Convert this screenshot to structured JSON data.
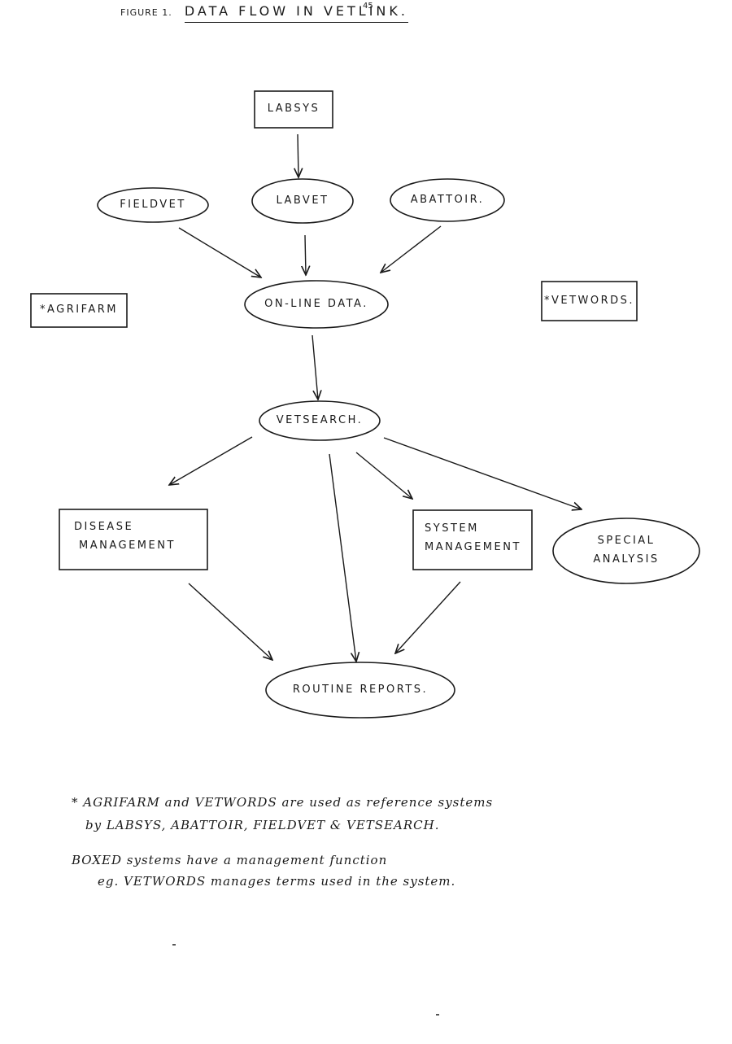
{
  "title": {
    "prefix": "FIGURE 1.",
    "main": "DATA FLOW IN VETLINK.",
    "superscript": "45"
  },
  "nodes": {
    "labsys": "LABSYS",
    "fieldvet": "FIELDVET",
    "labvet": "LABVET",
    "abattoir": "ABATTOIR.",
    "agrifarm": "*AGRIFARM",
    "online_data": "ON-LINE DATA.",
    "vetwords": "*VETWORDS.",
    "vetsearch": "VETSEARCH.",
    "disease_mgmt_line1": "DISEASE",
    "disease_mgmt_line2": "MANAGEMENT",
    "system_mgmt_line1": "SYSTEM",
    "system_mgmt_line2": "MANAGEMENT",
    "special_line1": "SPECIAL",
    "special_line2": "ANALYSIS",
    "routine_reports": "ROUTINE REPORTS."
  },
  "notes": {
    "line1": "* AGRIFARM and VETWORDS are used as reference systems",
    "line2": "by LABSYS, ABATTOIR, FIELDVET & VETSEARCH.",
    "line3": "BOXED systems have a management function",
    "line4": "eg. VETWORDS manages terms used in the system."
  }
}
